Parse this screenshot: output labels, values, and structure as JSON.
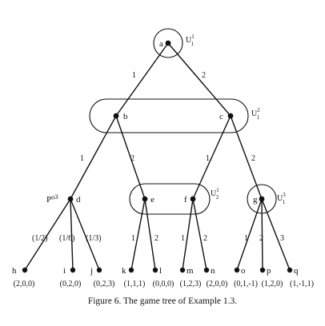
{
  "nodes": {
    "a": "a",
    "b": "b",
    "c": "c",
    "d": "d",
    "e": "e",
    "f": "f",
    "g": "g",
    "h": "h",
    "i": "i",
    "j": "j",
    "k": "k",
    "l": "l",
    "m": "m",
    "n": "n",
    "o": "o",
    "p": "p",
    "q": "q"
  },
  "chance_label": "P⁰",
  "chance_sup": "3",
  "info_sets": {
    "U1_1": {
      "base": "U",
      "sub": "1",
      "sup": "1"
    },
    "U1_2": {
      "base": "U",
      "sub": "1",
      "sup": "2"
    },
    "U2_1": {
      "base": "U",
      "sub": "2",
      "sup": "1"
    },
    "U1_3": {
      "base": "U",
      "sub": "1",
      "sup": "3"
    }
  },
  "edge_labels": {
    "a_b": "1",
    "a_c": "2",
    "b_d": "1",
    "b_e": "2",
    "c_f": "1",
    "c_g": "2",
    "d_h": "(1/2)",
    "d_i": "(1/6)",
    "d_j": "(1/3)",
    "e_k": "1",
    "e_l": "2",
    "f_m": "1",
    "f_n": "2",
    "g_o": "1",
    "g_p": "2",
    "g_q": "3"
  },
  "payoffs": {
    "h": "(2,0,0)",
    "i": "(0,2,0)",
    "j": "(0,2,3)",
    "k": "(1,1,1)",
    "l": "(0,0,0)",
    "m": "(1,2,3)",
    "n": "(2,0,0)",
    "o": "(0,1,-1)",
    "p": "(1,2,0)",
    "q": "(1,-1,1)"
  },
  "caption": "Figure 6.  The game tree of Example 1.3."
}
